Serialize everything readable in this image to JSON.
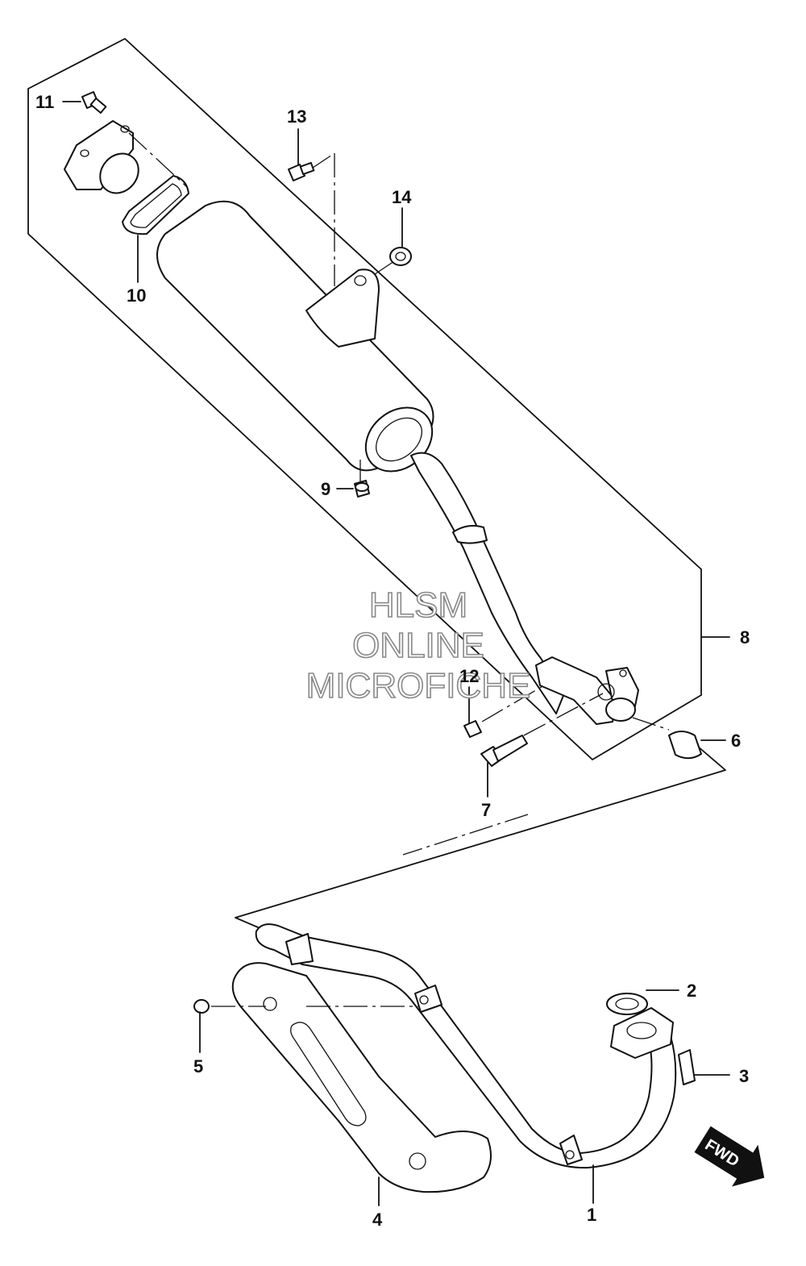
{
  "callouts": [
    {
      "id": "1",
      "label": "1"
    },
    {
      "id": "2",
      "label": "2"
    },
    {
      "id": "3",
      "label": "3"
    },
    {
      "id": "4",
      "label": "4"
    },
    {
      "id": "5",
      "label": "5"
    },
    {
      "id": "6",
      "label": "6"
    },
    {
      "id": "7",
      "label": "7"
    },
    {
      "id": "8",
      "label": "8"
    },
    {
      "id": "9",
      "label": "9"
    },
    {
      "id": "10",
      "label": "10"
    },
    {
      "id": "11",
      "label": "11"
    },
    {
      "id": "12",
      "label": "12"
    },
    {
      "id": "13",
      "label": "13"
    },
    {
      "id": "14",
      "label": "14"
    }
  ],
  "watermark": {
    "line1": "HLSM",
    "line2": "ONLINE",
    "line3": "MICROFICHE"
  },
  "direction_badge": {
    "label": "FWD"
  },
  "colors": {
    "line": "#111111",
    "watermark_outline": "#888888",
    "badge_fill": "#111111"
  }
}
